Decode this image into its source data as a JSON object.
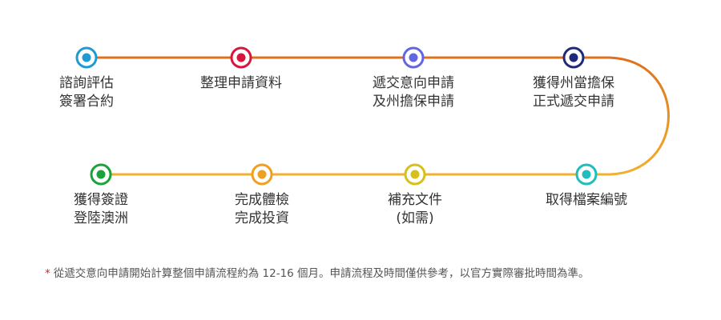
{
  "steps": [
    {
      "lines": [
        "諮詢評估",
        "簽署合約"
      ],
      "color": "#1e9ad6"
    },
    {
      "lines": [
        "整理申請資料"
      ],
      "color": "#d8153a"
    },
    {
      "lines": [
        "遞交意向申請",
        "及州擔保申請"
      ],
      "color": "#6366e0"
    },
    {
      "lines": [
        "獲得州當擔保",
        "正式遞交申請"
      ],
      "color": "#1f2a7a"
    },
    {
      "lines": [
        "取得檔案編號"
      ],
      "color": "#1fbdbd"
    },
    {
      "lines": [
        "補充文件",
        "(如需)"
      ],
      "color": "#d6c11b"
    },
    {
      "lines": [
        "完成體檢",
        "完成投資"
      ],
      "color": "#f0a020"
    },
    {
      "lines": [
        "獲得簽證",
        "登陸澳洲"
      ],
      "color": "#1aa33a"
    }
  ],
  "line_colors": {
    "top": "#e0701c",
    "curve": "#f0a020",
    "bottom": "#f0b030"
  },
  "footnote": {
    "star": "*",
    "text": "從遞交意向申請開始計算整個申請流程約為 12-16 個月。申請流程及時間僅供參考，以官方實際審批時間為準。"
  }
}
